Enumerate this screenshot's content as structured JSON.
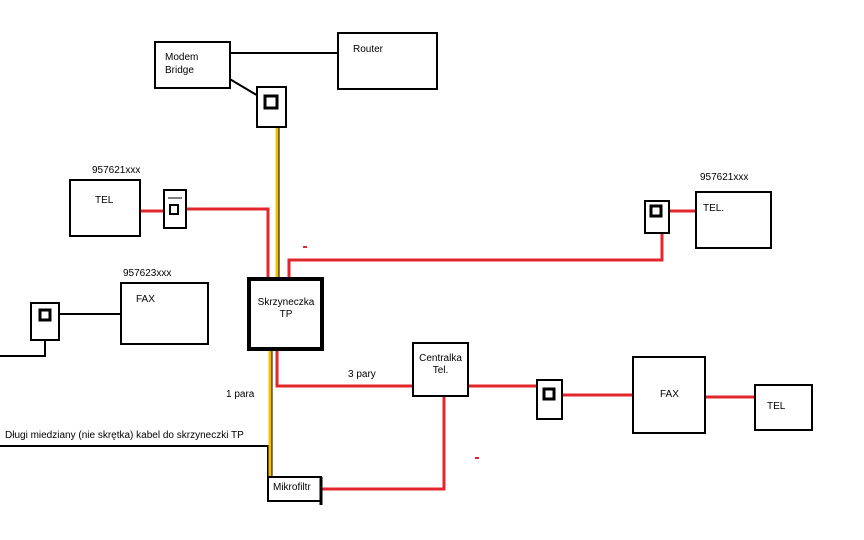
{
  "colors": {
    "line_black": "#000000",
    "line_red": "#e3262b",
    "line_yellow": "#f5c000",
    "background": "#ffffff"
  },
  "nodes": {
    "modem": {
      "line1": "Modem",
      "line2": "Bridge"
    },
    "router": {
      "label": "Router"
    },
    "tel_left": {
      "label": "TEL",
      "number": "957621xxx"
    },
    "fax_left": {
      "label": "FAX",
      "number": "957623xxx"
    },
    "tel_right": {
      "label": "TEL.",
      "number": "957621xxx"
    },
    "skrzynka": {
      "line1": "Skrzyneczka",
      "line2": "TP"
    },
    "centralka": {
      "line1": "Centralka",
      "line2": "Tel."
    },
    "fax_right": {
      "label": "FAX"
    },
    "tel_far_right": {
      "label": "TEL"
    },
    "mikrofiltr": {
      "label": "Mikrofiltr"
    }
  },
  "edge_labels": {
    "one_pair": "1 para",
    "three_pairs": "3 pary",
    "long_cable": "Długi miedziany (nie skrętka) kabel do skrzyneczki TP"
  }
}
